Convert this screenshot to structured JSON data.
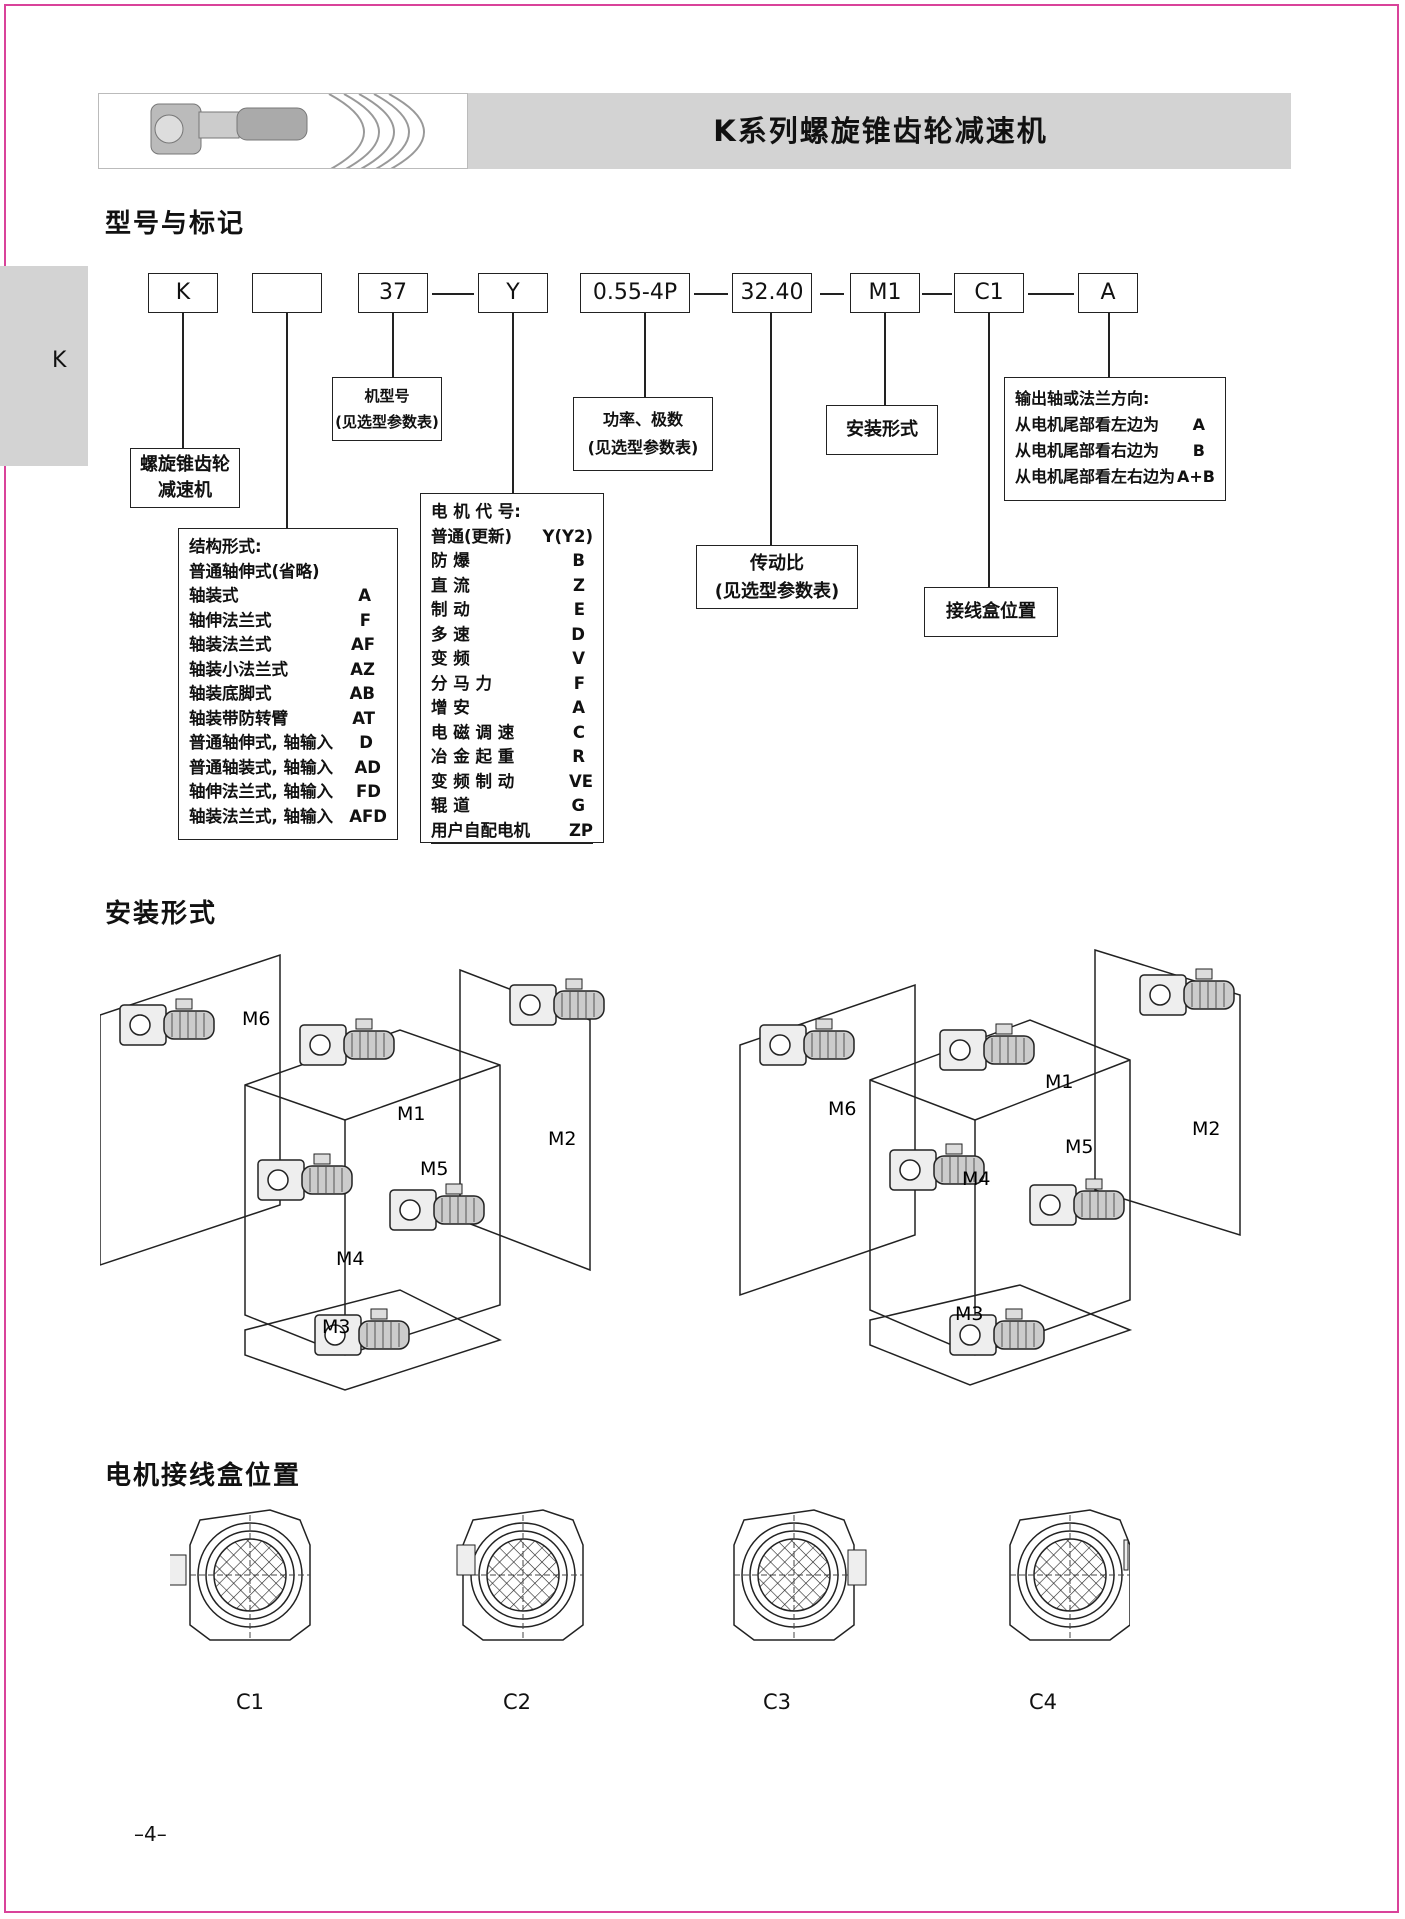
{
  "header": {
    "title": "K系列螺旋锥齿轮减速机",
    "photo_icon": "gear-motor-photo"
  },
  "side_tab": {
    "label": "K"
  },
  "sections": {
    "model": "型号与标记",
    "mounting": "安装形式",
    "terminal_box": "电机接线盒位置"
  },
  "model_code": {
    "boxes": [
      "K",
      "",
      "37",
      "Y",
      "0.55-4P",
      "32.40",
      "M1",
      "C1",
      "A"
    ],
    "desc_series": [
      "螺旋锥齿轮",
      "减速机"
    ],
    "desc_frame": [
      "机型号",
      "(见选型参数表)"
    ],
    "desc_power": [
      "功率、极数",
      "(见选型参数表)"
    ],
    "desc_mounting": "安装形式",
    "desc_output": {
      "title": "输出轴或法兰方向:",
      "rows": [
        {
          "label": "从电机尾部看左边为",
          "code": "A"
        },
        {
          "label": "从电机尾部看右边为",
          "code": "B"
        },
        {
          "label": "从电机尾部看左右边为",
          "code": "A+B"
        }
      ]
    },
    "desc_ratio": [
      "传动比",
      "(见选型参数表)"
    ],
    "desc_terminal": "接线盒位置",
    "structure": {
      "title": "结构形式:",
      "rows": [
        {
          "label": "普通轴伸式(省略)",
          "code": ""
        },
        {
          "label": "轴装式",
          "code": "A"
        },
        {
          "label": "轴伸法兰式",
          "code": "F"
        },
        {
          "label": "轴装法兰式",
          "code": "AF"
        },
        {
          "label": "轴装小法兰式",
          "code": "AZ"
        },
        {
          "label": "轴装底脚式",
          "code": "AB"
        },
        {
          "label": "轴装带防转臂",
          "code": "AT"
        },
        {
          "label": "普通轴伸式, 轴输入",
          "code": "D"
        },
        {
          "label": "普通轴装式, 轴输入",
          "code": "AD"
        },
        {
          "label": "轴伸法兰式, 轴输入",
          "code": "FD"
        },
        {
          "label": "轴装法兰式, 轴输入",
          "code": "AFD"
        }
      ]
    },
    "motor": {
      "title": "电 机 代 号:",
      "rows": [
        {
          "label": "普通(更新)",
          "code": "Y(Y2)"
        },
        {
          "label": "防 爆",
          "code": "B"
        },
        {
          "label": "直 流",
          "code": "Z"
        },
        {
          "label": "制 动",
          "code": "E"
        },
        {
          "label": "多 速",
          "code": "D"
        },
        {
          "label": "变 频",
          "code": "V"
        },
        {
          "label": "分 马 力",
          "code": "F"
        },
        {
          "label": "增 安",
          "code": "A"
        },
        {
          "label": "电 磁 调 速",
          "code": "C"
        },
        {
          "label": "冶 金 起 重",
          "code": "R"
        },
        {
          "label": "变 频 制 动",
          "code": "VE"
        },
        {
          "label": "辊 道",
          "code": "G"
        },
        {
          "label": "用户自配电机",
          "code": "ZP"
        }
      ]
    }
  },
  "mounting_labels": [
    "M1",
    "M2",
    "M3",
    "M4",
    "M5",
    "M6"
  ],
  "terminal_positions": [
    "C1",
    "C2",
    "C3",
    "C4"
  ],
  "page_number": "–4–"
}
